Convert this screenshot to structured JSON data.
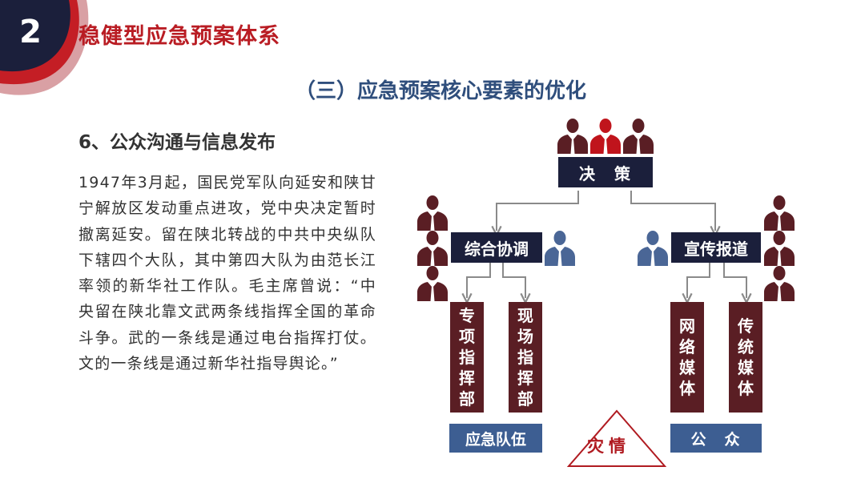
{
  "header": {
    "slide_number": "2",
    "title": "稳健型应急预案体系"
  },
  "subtitle": "（三）应急预案核心要素的优化",
  "section": {
    "heading": "6、公众沟通与信息发布",
    "body": "1947年3月起，国民党军队向延安和陕甘宁解放区发动重点进攻，党中央决定暂时撤离延安。留在陕北转战的中共中央纵队下辖四个大队，其中第四大队为由范长江率领的新华社工作队。毛主席曾说：“中央留在陕北靠文武两条线指挥全国的革命斗争。武的一条线是通过电台指挥打仗。文的一条线是通过新华社指导舆论。”"
  },
  "diagram": {
    "decision": "决　策",
    "coordination": "综合协调",
    "publicity": "宣传报道",
    "special_command": "专项指挥部",
    "field_command": "现场指挥部",
    "network_media": "网络媒体",
    "traditional_media": "传统媒体",
    "emergency_team": "应急队伍",
    "public": "公　众",
    "disaster": "灾情"
  },
  "colors": {
    "accent_red": "#b91c23",
    "navy": "#1b1f3b",
    "maroon": "#5a1e24",
    "blue": "#3d5e92",
    "person_dark": "#5a1e24",
    "person_red": "#c0141c",
    "person_blue": "#4a6696"
  }
}
